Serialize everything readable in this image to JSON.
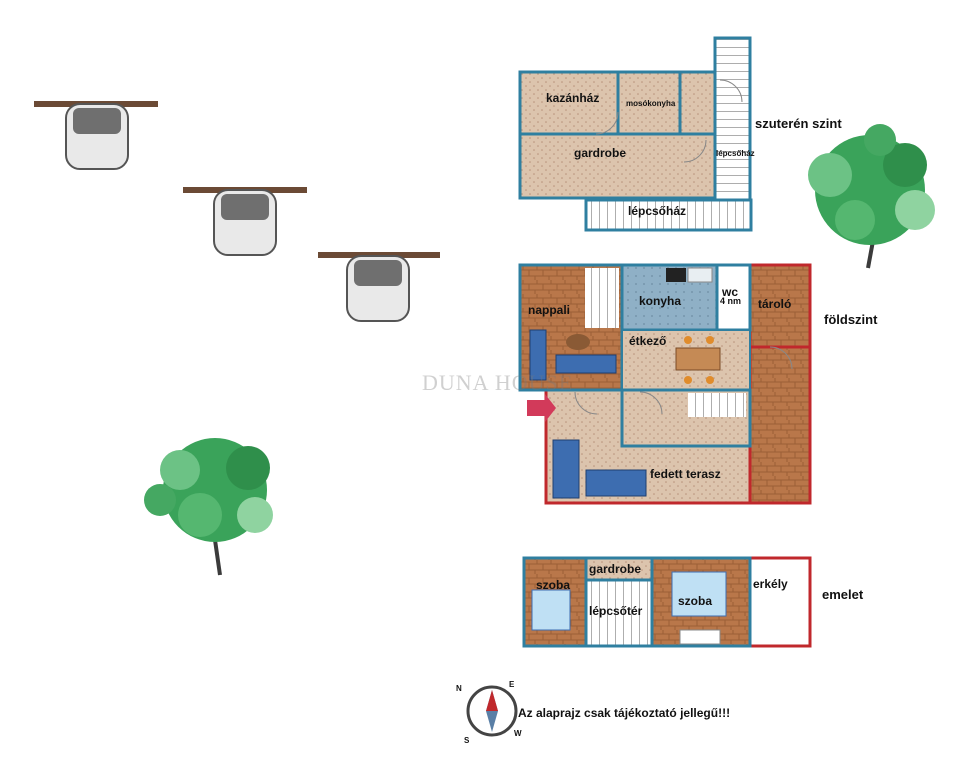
{
  "basement": {
    "level_label": "szuterén szint",
    "rooms": {
      "kazanhaz": "kazánház",
      "mosokonyha": "mosókonyha",
      "gardrobe": "gardrobe",
      "lepcsohaz_small": "lépcsőház",
      "lepcsohaz": "lépcsőház"
    }
  },
  "ground": {
    "level_label": "földszint",
    "rooms": {
      "nappali": "nappali",
      "konyha": "konyha",
      "wc": "wc",
      "wc_area": "4 nm",
      "tarolo": "tároló",
      "etkezo": "étkező",
      "terasz": "fedett terasz"
    }
  },
  "upper": {
    "level_label": "emelet",
    "rooms": {
      "szoba_left": "szoba",
      "gardrobe": "gardrobe",
      "lepcsoter": "lépcsőtér",
      "szoba_right": "szoba",
      "erkely": "erkély"
    }
  },
  "disclaimer": "Az alaprajz csak tájékoztató jellegű!!!",
  "watermark": "DUNA HOUSE",
  "compass": {
    "n": "N",
    "e": "E",
    "s": "S",
    "w": "W"
  },
  "colors": {
    "wall": "#2f7fa0",
    "outdoor_wall": "#c0282c",
    "wood_floor": "#b9774a",
    "tile_floor": "#d9c0a8",
    "kitchen_floor": "#8fb0c6",
    "tree": "#3aa35a",
    "road": "#6b4a35"
  }
}
